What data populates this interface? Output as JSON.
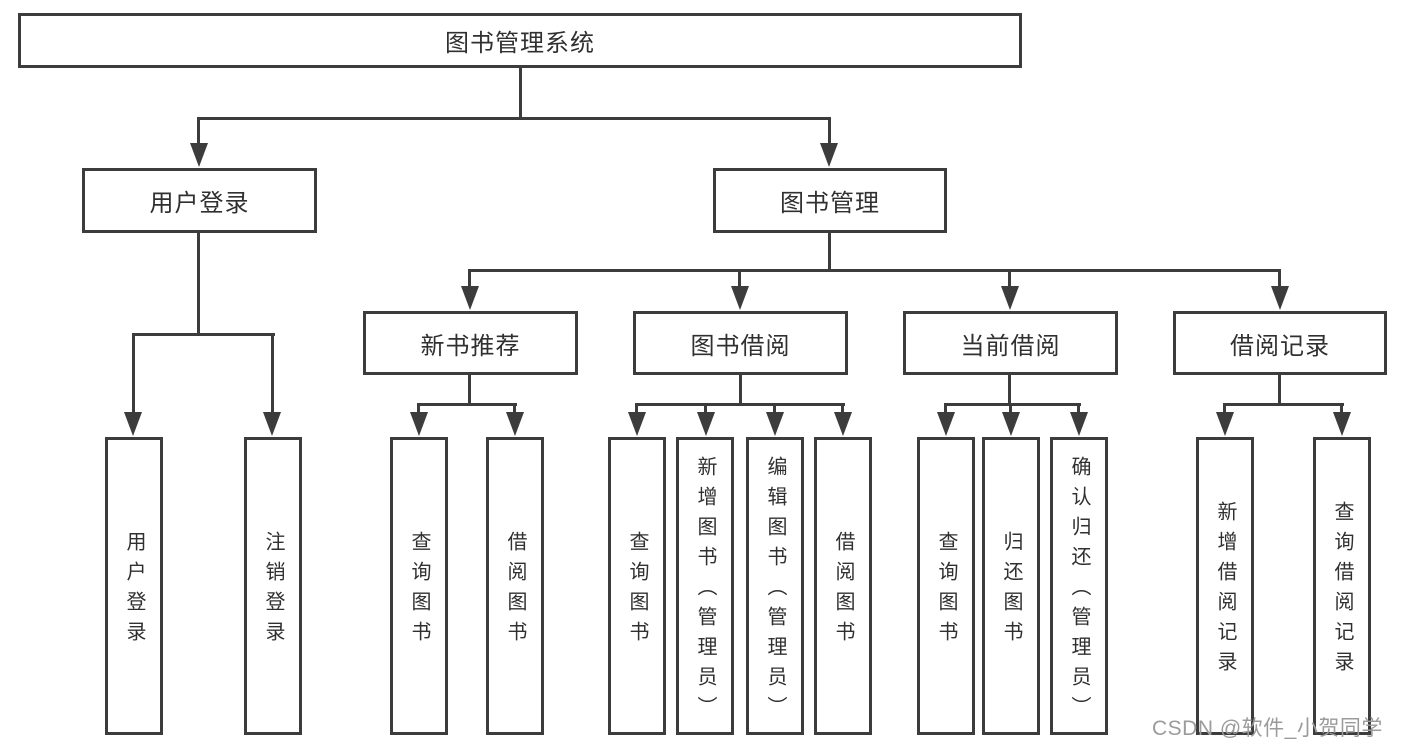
{
  "root": {
    "label": "图书管理系统"
  },
  "user_login": {
    "label": "用户登录",
    "children": [
      "用户登录",
      "注销登录"
    ]
  },
  "book_mgmt": {
    "label": "图书管理",
    "sections": [
      {
        "label": "新书推荐",
        "children": [
          "查询图书",
          "借阅图书"
        ]
      },
      {
        "label": "图书借阅",
        "children": [
          "查询图书",
          "新增图书（管理员）",
          "编辑图书（管理员）",
          "借阅图书"
        ]
      },
      {
        "label": "当前借阅",
        "children": [
          "查询图书",
          "归还图书",
          "确认归还（管理员）"
        ]
      },
      {
        "label": "借阅记录",
        "children": [
          "新增借阅记录",
          "查询借阅记录"
        ]
      }
    ]
  },
  "watermark": "CSDN @软件_小贺同学",
  "colors": {
    "line": "#3c3c3c",
    "text": "#303030",
    "watermark": "#9b9b9b",
    "background": "#ffffff"
  }
}
